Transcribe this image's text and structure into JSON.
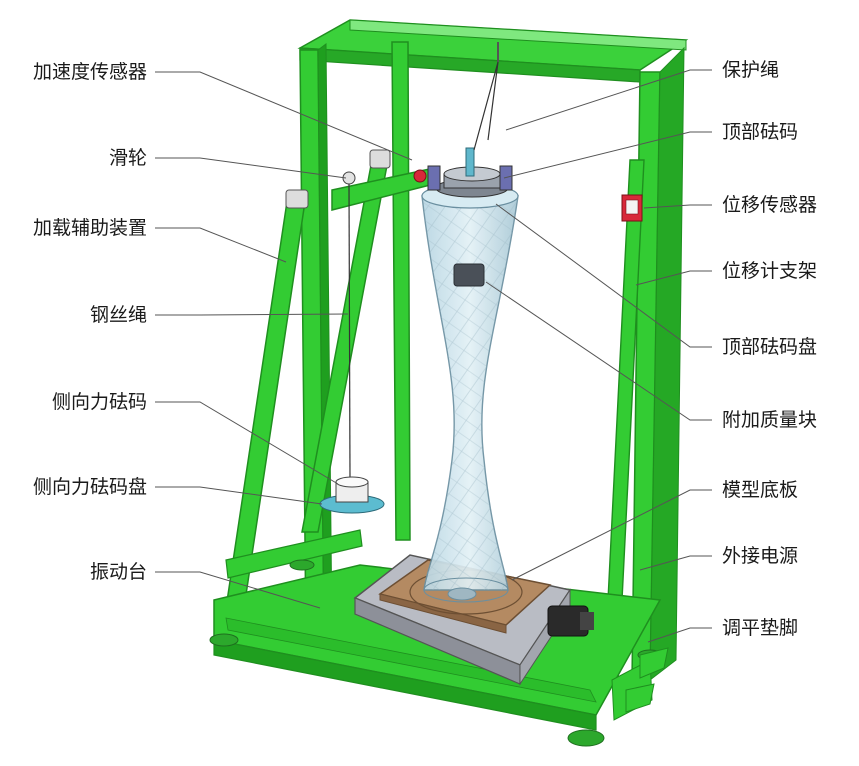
{
  "labels_left": [
    "加速度传感器",
    "滑轮",
    "加载辅助装置",
    "钢丝绳",
    "侧向力砝码",
    "侧向力砝码盘",
    "振动台"
  ],
  "labels_right": [
    "保护绳",
    "顶部砝码",
    "位移传感器",
    "位移计支架",
    "顶部砝码盘",
    "附加质量块",
    "模型底板",
    "外接电源",
    "调平垫脚"
  ],
  "colors": {
    "frame": "#33cc33",
    "frame_dark": "#1f8f1f",
    "frame_light": "#7fe87f",
    "model_shell": "#cfe6ef",
    "table_metal": "#b9bcc4",
    "base_plate": "#b48a62",
    "sensor_red": "#d8283a",
    "leader": "#555555"
  }
}
